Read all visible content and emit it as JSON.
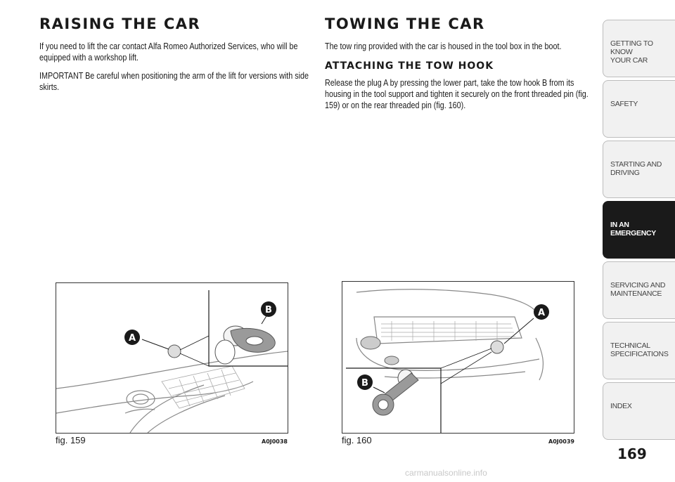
{
  "left_column": {
    "title": "RAISING THE CAR",
    "paragraphs": [
      "If you need to lift the car contact Alfa Romeo Authorized Services, who will be equipped with a workshop lift.",
      "IMPORTANT Be careful when positioning the arm of the lift for versions with side skirts."
    ]
  },
  "right_column": {
    "title": "TOWING THE CAR",
    "intro": "The tow ring provided with the car is housed in the tool box in the boot.",
    "subtitle": "ATTACHING THE TOW HOOK",
    "body": "Release the plug A by pressing the lower part, take the tow hook B from its housing in the tool support and tighten it securely on the front threaded pin (fig. 159) or on the rear threaded pin (fig. 160)."
  },
  "figures": [
    {
      "caption": "fig. 159",
      "code": "A0J0038",
      "callouts": [
        "A",
        "B"
      ]
    },
    {
      "caption": "fig. 160",
      "code": "A0J0039",
      "callouts": [
        "A",
        "B"
      ]
    }
  ],
  "sidebar": {
    "tabs": [
      {
        "label": "GETTING TO KNOW\nYOUR CAR",
        "active": false
      },
      {
        "label": "SAFETY",
        "active": false
      },
      {
        "label": "STARTING AND\nDRIVING",
        "active": false
      },
      {
        "label": "IN AN\nEMERGENCY",
        "active": true
      },
      {
        "label": "SERVICING AND\nMAINTENANCE",
        "active": false
      },
      {
        "label": "TECHNICAL\nSPECIFICATIONS",
        "active": false
      },
      {
        "label": "INDEX",
        "active": false
      }
    ]
  },
  "page_number": "169",
  "watermark": "carmanualsonline.info",
  "colors": {
    "text": "#1a1a1a",
    "active_tab": "#1a1a1a",
    "tab": "#f1f1f1",
    "callout": "#1a1a1a"
  }
}
